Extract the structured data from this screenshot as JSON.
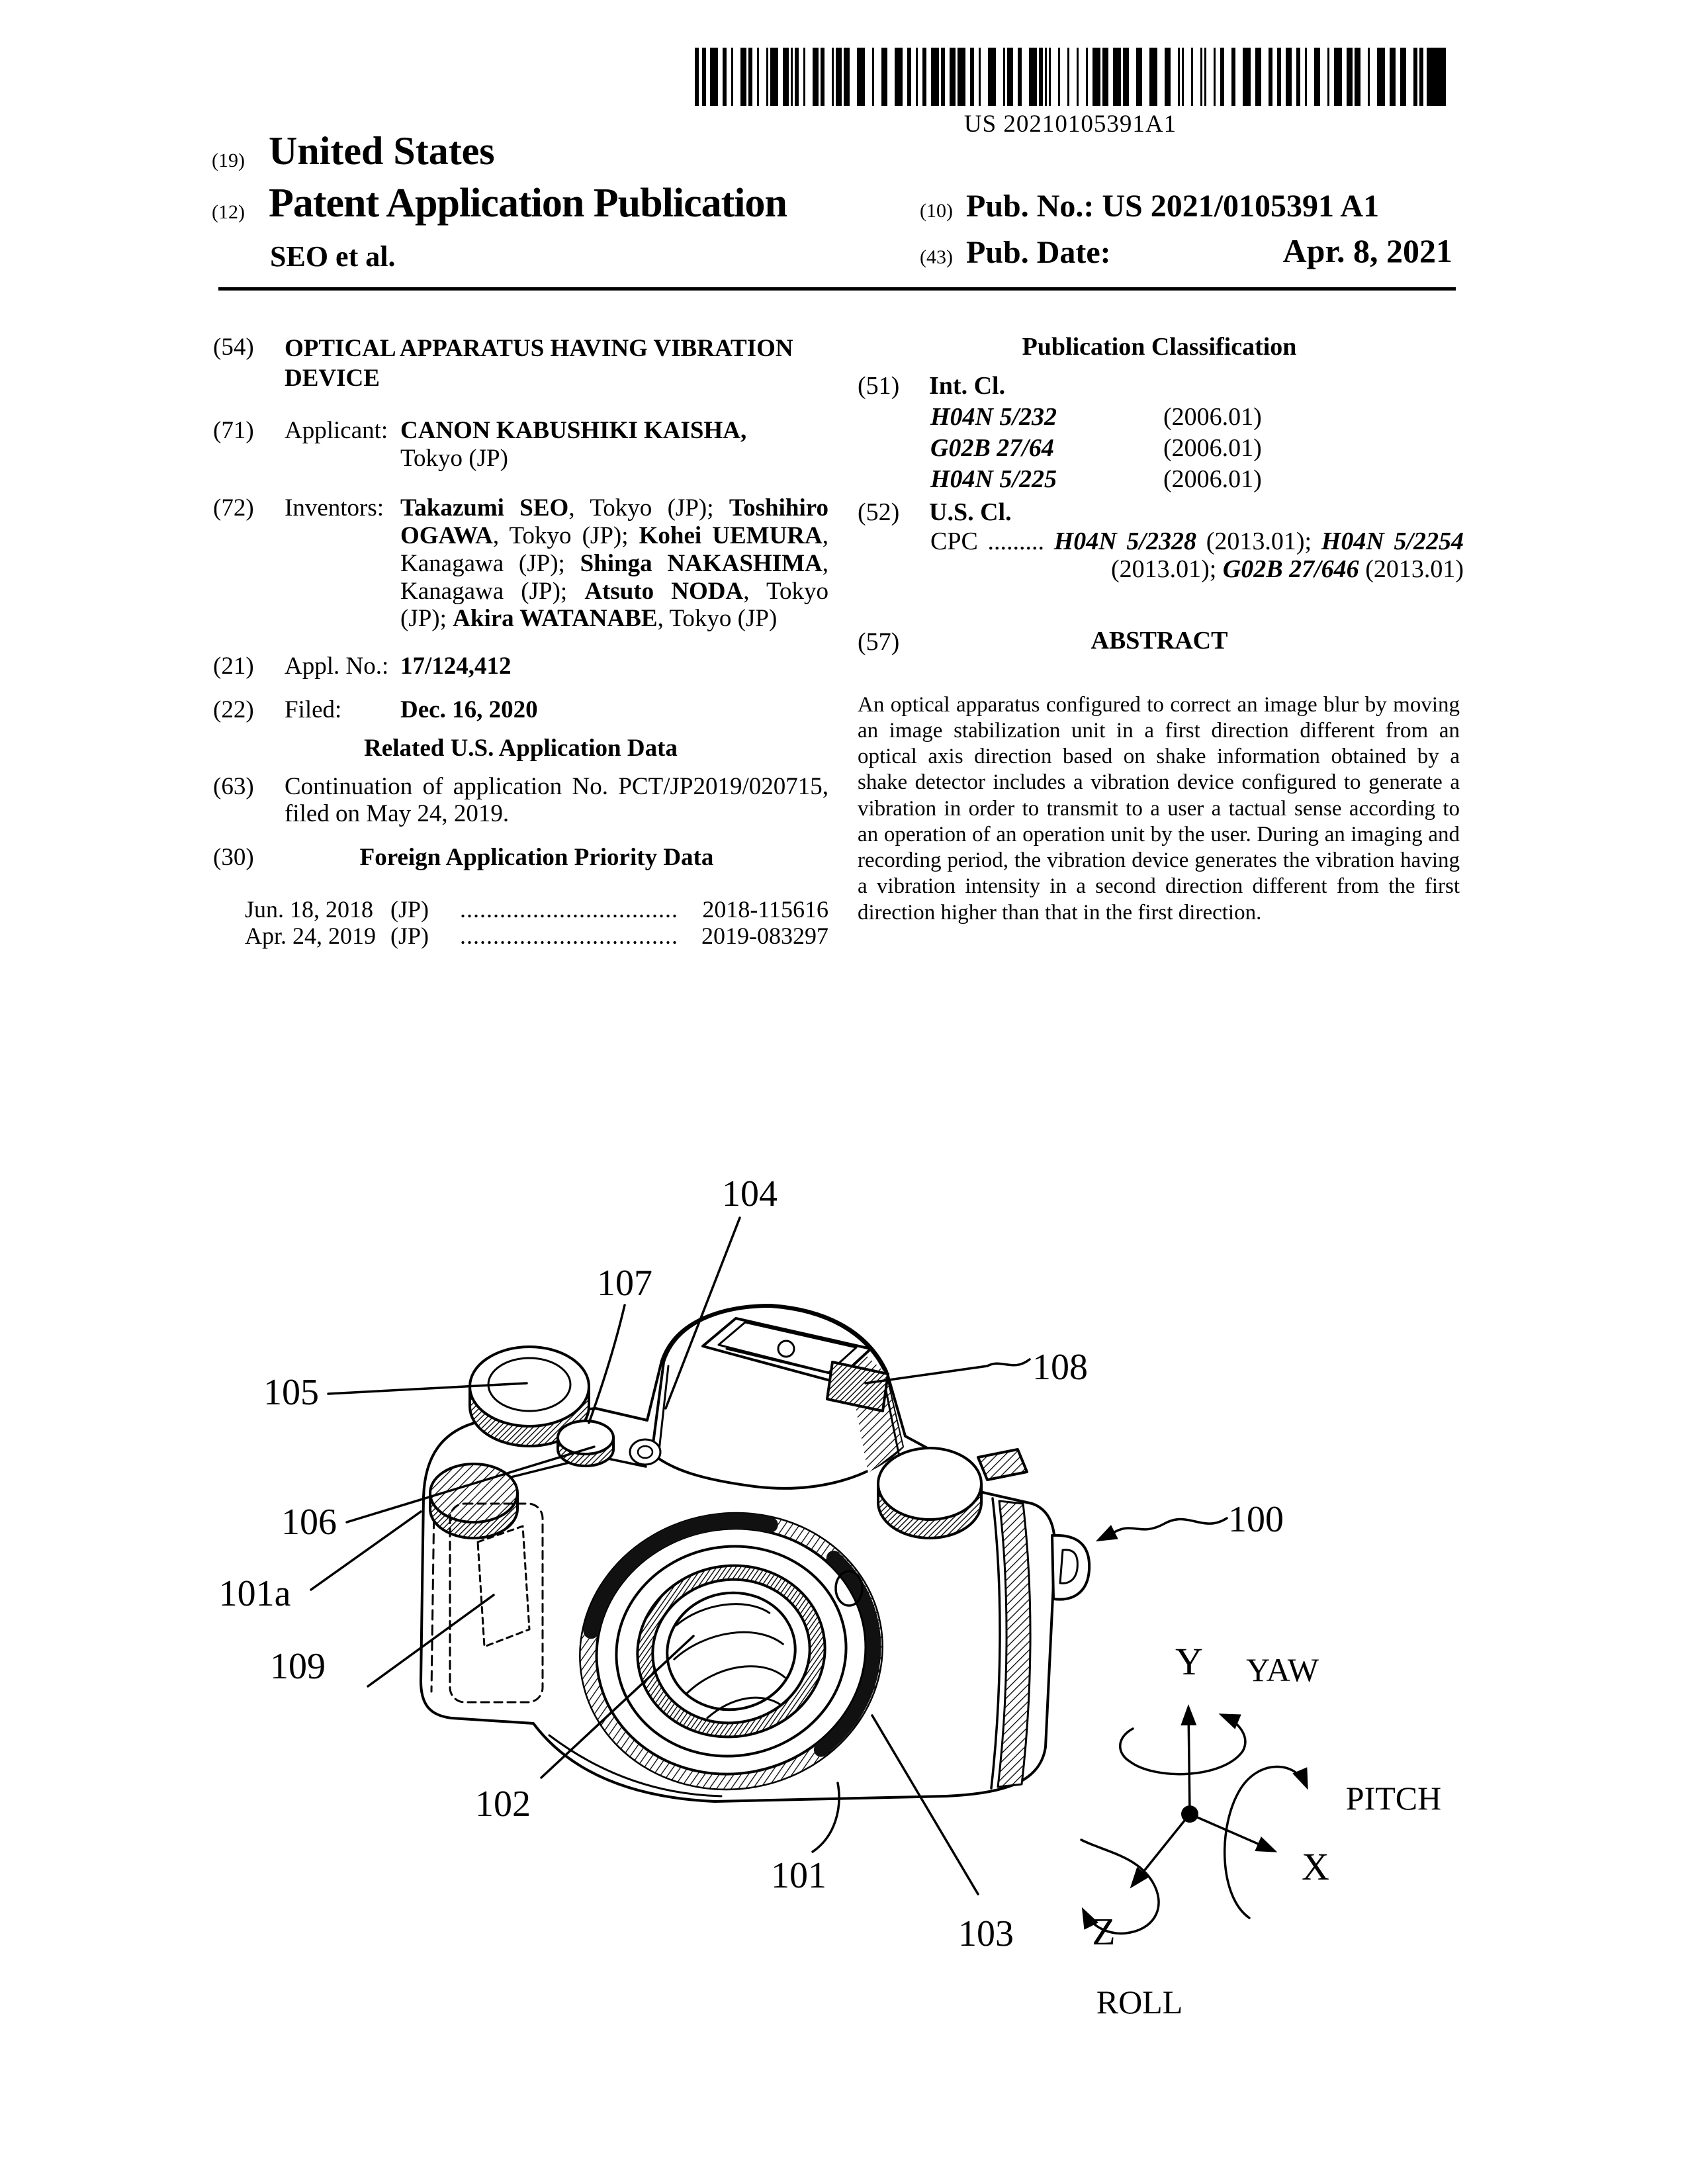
{
  "barcode_text": "US 20210105391A1",
  "header": {
    "tag19": "(19)",
    "country": "United States",
    "tag12": "(12)",
    "kind": "Patent Application Publication",
    "authors": "SEO et al.",
    "tag10": "(10)",
    "pub_no_label": "Pub. No.:",
    "pub_no_value": "US 2021/0105391 A1",
    "tag43": "(43)",
    "pub_date_label": "Pub. Date:",
    "pub_date_value": "Apr. 8, 2021"
  },
  "biblio": {
    "title": {
      "tag": "(54)",
      "text": "OPTICAL APPARATUS HAVING VIBRATION DEVICE"
    },
    "applicant": {
      "tag": "(71)",
      "label": "Applicant:",
      "name": "CANON KABUSHIKI KAISHA,",
      "location": "Tokyo (JP)"
    },
    "inventors": {
      "tag": "(72)",
      "label": "Inventors:",
      "segments": [
        {
          "b": "Takazumi SEO"
        },
        {
          "t": ", Tokyo (JP); "
        },
        {
          "b": "Toshihiro OGAWA"
        },
        {
          "t": ", Tokyo (JP); "
        },
        {
          "b": "Kohei UEMURA"
        },
        {
          "t": ", Kanagawa (JP); "
        },
        {
          "b": "Shinga NAKASHIMA"
        },
        {
          "t": ", Kanagawa (JP); "
        },
        {
          "b": "Atsuto NODA"
        },
        {
          "t": ", Tokyo (JP); "
        },
        {
          "b": "Akira WATANABE"
        },
        {
          "t": ", Tokyo (JP)"
        }
      ]
    },
    "appl_no": {
      "tag": "(21)",
      "label": "Appl. No.:",
      "value": "17/124,412"
    },
    "filed": {
      "tag": "(22)",
      "label": "Filed:",
      "value": "Dec. 16, 2020"
    },
    "related_heading": "Related U.S. Application Data",
    "continuation": {
      "tag": "(63)",
      "text": "Continuation of application No. PCT/JP2019/020715, filed on May 24, 2019."
    },
    "foreign": {
      "tag": "(30)",
      "heading": "Foreign Application Priority Data"
    },
    "priority": [
      {
        "date": "Jun. 18, 2018",
        "country": "(JP)",
        "dots": ".................................",
        "number": "2018-115616"
      },
      {
        "date": "Apr. 24, 2019",
        "country": "(JP)",
        "dots": ".................................",
        "number": "2019-083297"
      }
    ]
  },
  "classification": {
    "heading": "Publication Classification",
    "intcl": {
      "tag": "(51)",
      "label": "Int. Cl.",
      "entries": [
        {
          "code": "H04N 5/232",
          "version": "(2006.01)"
        },
        {
          "code": "G02B 27/64",
          "version": "(2006.01)"
        },
        {
          "code": "H04N 5/225",
          "version": "(2006.01)"
        }
      ]
    },
    "uscl": {
      "tag": "(52)",
      "label": "U.S. Cl.",
      "cpc_label": "CPC",
      "cpc_dots": ".........",
      "cpc_segments": [
        {
          "i": "H04N 5/2328"
        },
        {
          "t": " (2013.01); "
        },
        {
          "i": "H04N 5/2254"
        },
        {
          "t": " (2013.01); "
        },
        {
          "i": "G02B 27/646"
        },
        {
          "t": " (2013.01)"
        }
      ]
    },
    "abstract": {
      "tag": "(57)",
      "heading": "ABSTRACT",
      "text": "An optical apparatus configured to correct an image blur by moving an image stabilization unit in a first direction different from an optical axis direction based on shake information obtained by a shake detector includes a vibration device configured to generate a vibration in order to transmit to a user a tactual sense according to an operation of an operation unit by the user. During an imaging and recording period, the vibration device generates the vibration having a vibration intensity in a second direction different from the first direction higher than that in the first direction."
    }
  },
  "figure": {
    "refs": {
      "r100": "100",
      "r101": "101",
      "r101a": "101a",
      "r102": "102",
      "r103": "103",
      "r104": "104",
      "r105": "105",
      "r106": "106",
      "r107": "107",
      "r108": "108",
      "r109": "109"
    },
    "axes": {
      "y": "Y",
      "yaw": "YAW",
      "x": "X",
      "pitch": "PITCH",
      "z": "Z",
      "roll": "ROLL"
    }
  }
}
